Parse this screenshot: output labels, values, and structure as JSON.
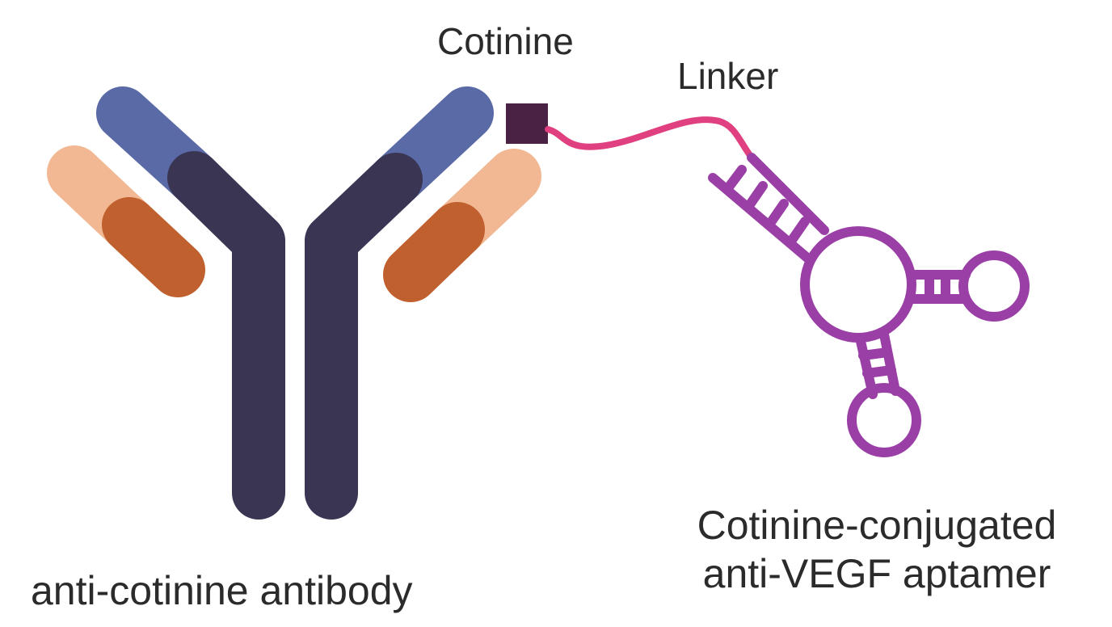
{
  "labels": {
    "cotinine": "Cotinine",
    "linker": "Linker",
    "antibody": "anti-cotinine antibody",
    "aptamer_line1": "Cotinine-conjugated",
    "aptamer_line2": "anti-VEGF aptamer"
  },
  "colors": {
    "heavy_chain": "#3a3553",
    "heavy_chain_variable": "#5a6aa6",
    "light_chain_constant": "#c0602e",
    "light_chain_variable": "#f2b894",
    "cotinine": "#4a2344",
    "linker": "#e0407f",
    "aptamer": "#9a3fa6",
    "text": "#2b2b2b"
  }
}
